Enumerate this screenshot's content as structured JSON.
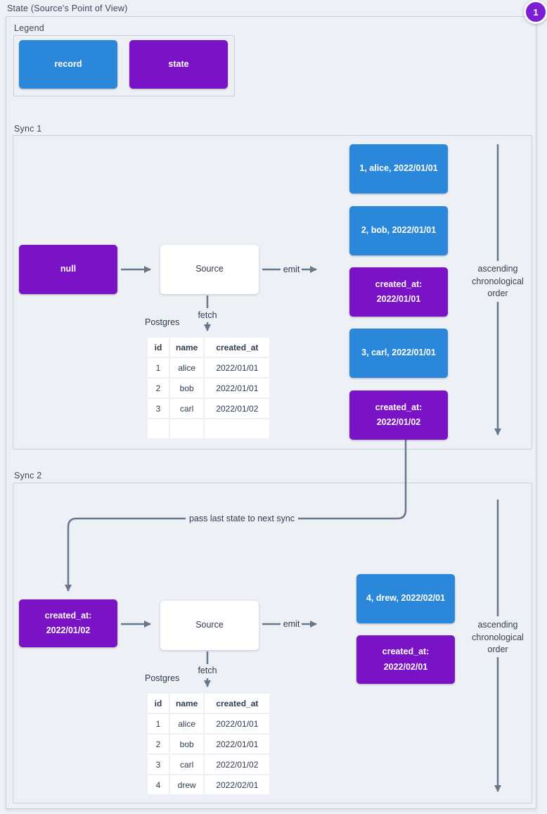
{
  "title": "State (Source's Point of View)",
  "badge": "1",
  "legend": {
    "label": "Legend",
    "record": "record",
    "state": "state"
  },
  "labels": {
    "postgres": "Postgres",
    "fetch": "fetch",
    "emit": "emit",
    "order_note": "ascending\nchronological\norder",
    "pass_note": "pass last state to next sync"
  },
  "sync1": {
    "label": "Sync 1",
    "input_state": "null",
    "source": "Source",
    "outputs": [
      {
        "type": "record",
        "text": "1, alice, 2022/01/01"
      },
      {
        "type": "record",
        "text": "2, bob, 2022/01/01"
      },
      {
        "type": "state",
        "text": "created_at:\n2022/01/01"
      },
      {
        "type": "record",
        "text": "3, carl, 2022/01/01"
      },
      {
        "type": "state",
        "text": "created_at:\n2022/01/02"
      }
    ],
    "table": {
      "headers": [
        "id",
        "name",
        "created_at"
      ],
      "rows": [
        [
          "1",
          "alice",
          "2022/01/01"
        ],
        [
          "2",
          "bob",
          "2022/01/01"
        ],
        [
          "3",
          "carl",
          "2022/01/02"
        ],
        [
          "",
          "",
          ""
        ]
      ]
    }
  },
  "sync2": {
    "label": "Sync 2",
    "input_state": "created_at:\n2022/01/02",
    "source": "Source",
    "outputs": [
      {
        "type": "record",
        "text": "4, drew, 2022/02/01"
      },
      {
        "type": "state",
        "text": "created_at:\n2022/02/01"
      }
    ],
    "table": {
      "headers": [
        "id",
        "name",
        "created_at"
      ],
      "rows": [
        [
          "1",
          "alice",
          "2022/01/01"
        ],
        [
          "2",
          "bob",
          "2022/01/01"
        ],
        [
          "3",
          "carl",
          "2022/01/02"
        ],
        [
          "4",
          "drew",
          "2022/02/01"
        ]
      ]
    }
  },
  "colors": {
    "record_blue": "#2b87da",
    "state_purple": "#7a12c5",
    "line_gray": "#67788c",
    "background": "#edf0f5"
  }
}
